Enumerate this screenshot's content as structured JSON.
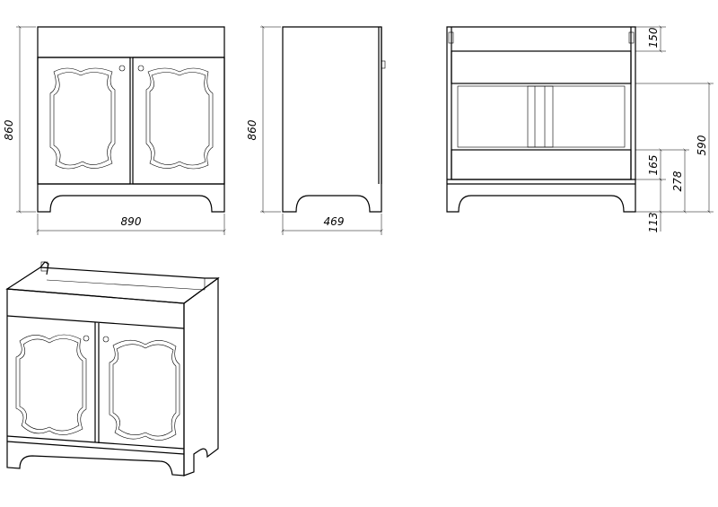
{
  "front_view": {
    "height_label": "860",
    "width_label": "890"
  },
  "side_view": {
    "height_label": "860",
    "depth_label": "469"
  },
  "back_view": {
    "top_rail_label": "150",
    "overall_label": "590",
    "lower_rail_label": "165",
    "shelf_height_label": "278",
    "plinth_label": "113"
  }
}
